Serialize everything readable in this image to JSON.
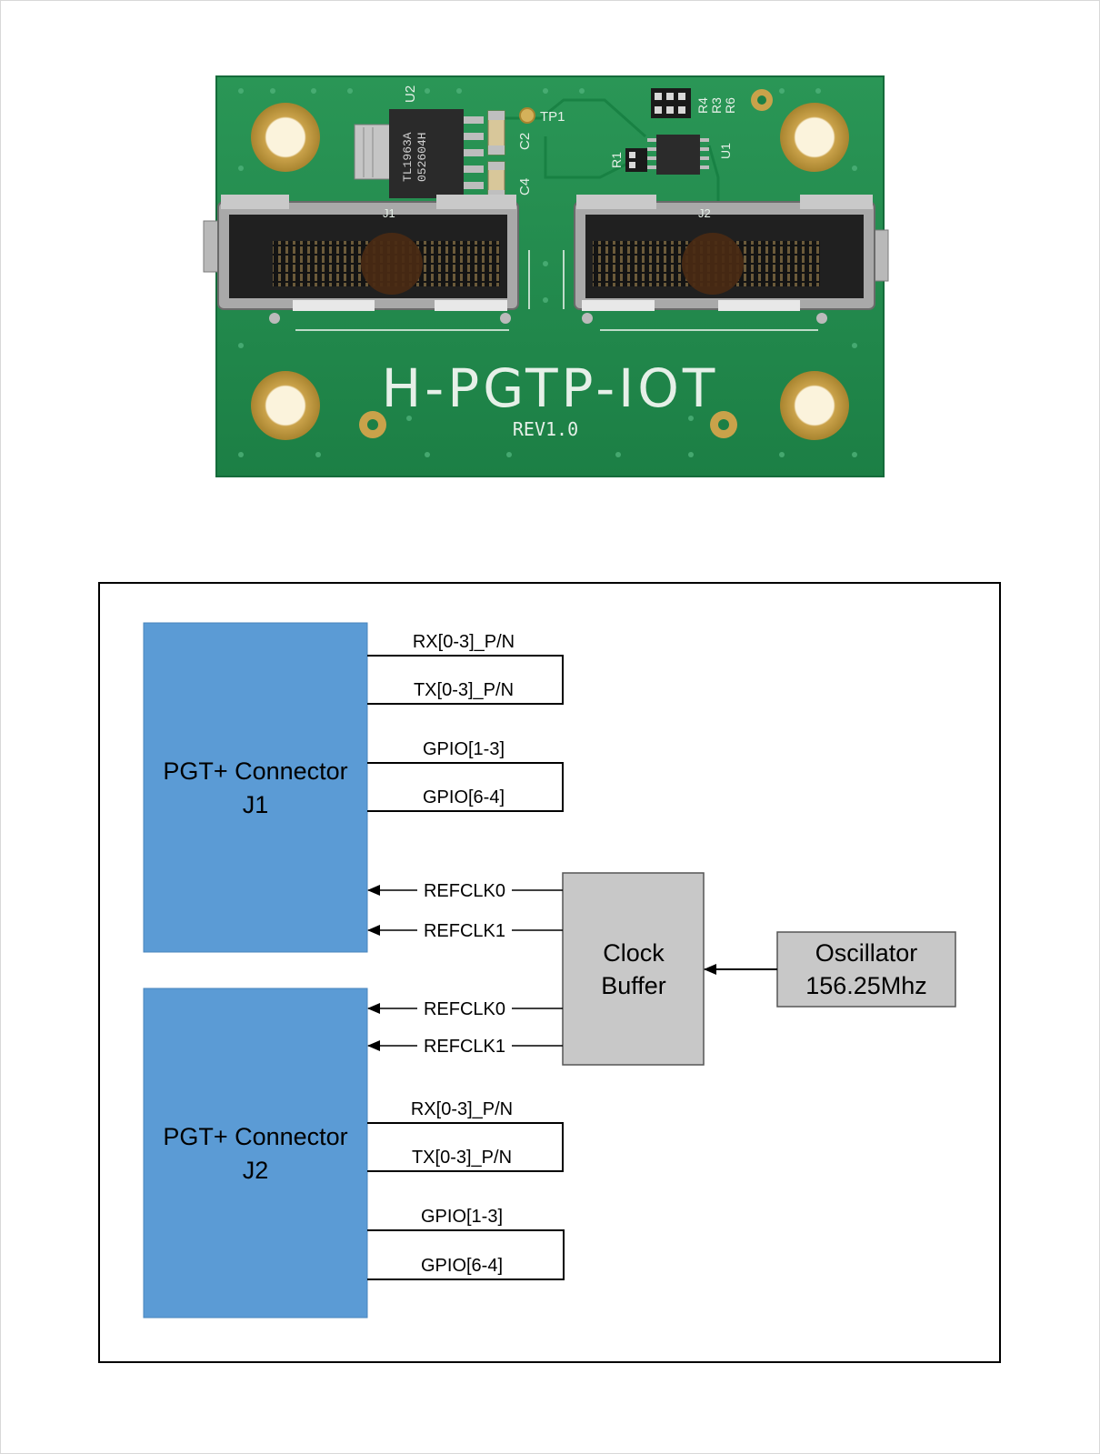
{
  "board": {
    "name": "H-PGTP-IOT",
    "revision": "REV1.0",
    "silkscreen": [
      "U2",
      "TP1",
      "C2",
      "C4",
      "R4",
      "R3",
      "R6",
      "R1",
      "U1",
      "J1",
      "J2"
    ],
    "chip_marking": [
      "TL1963A",
      "052604H"
    ],
    "colors": {
      "pcb": "#1f8a4c",
      "pcb_edge": "#167340",
      "silk": "#e6f0e8",
      "pad": "#d4b15a"
    }
  },
  "diagram": {
    "colors": {
      "connector": "#5b9bd5",
      "buffer": "#c8c8c8",
      "line": "#000000"
    },
    "j1": {
      "title": "PGT+ Connector",
      "ref": "J1"
    },
    "j2": {
      "title": "PGT+ Connector",
      "ref": "J2"
    },
    "clock_buffer": {
      "line1": "Clock",
      "line2": "Buffer"
    },
    "oscillator": {
      "line1": "Oscillator",
      "line2": "156.25Mhz"
    },
    "j1_signals": {
      "rx": "RX[0-3]_P/N",
      "tx": "TX[0-3]_P/N",
      "gpio_a": "GPIO[1-3]",
      "gpio_b": "GPIO[6-4]",
      "refclk0": "REFCLK0",
      "refclk1": "REFCLK1"
    },
    "j2_signals": {
      "refclk0": "REFCLK0",
      "refclk1": "REFCLK1",
      "rx": "RX[0-3]_P/N",
      "tx": "TX[0-3]_P/N",
      "gpio_a": "GPIO[1-3]",
      "gpio_b": "GPIO[6-4]"
    }
  }
}
